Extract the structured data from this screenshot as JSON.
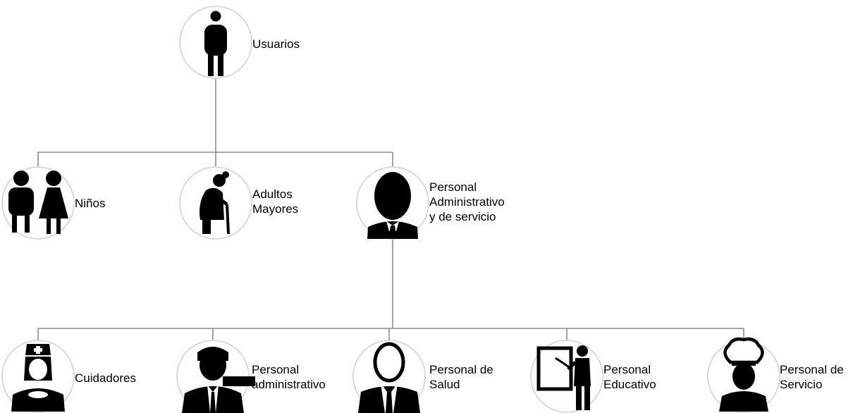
{
  "colors": {
    "connector": "#8a8a8a",
    "node_border": "#d2d2d2",
    "icon": "#000000",
    "background": "#ffffff"
  },
  "nodes": {
    "usuarios": {
      "icon": "person-icon",
      "lines": [
        "Usuarios"
      ]
    },
    "ninos": {
      "icon": "children-icon",
      "lines": [
        "Niños"
      ]
    },
    "adultos": {
      "icon": "elderly-person-icon",
      "lines": [
        "Adultos",
        "Mayores"
      ]
    },
    "personal_admin_servicio": {
      "icon": "businessman-icon",
      "lines": [
        "Personal",
        "Administrativo",
        "y de servicio"
      ]
    },
    "cuidadores": {
      "icon": "nurse-icon",
      "lines": [
        "Cuidadores"
      ]
    },
    "personal_administrativo": {
      "icon": "office-worker-icon",
      "lines": [
        "Personal",
        "administrativo"
      ]
    },
    "personal_salud": {
      "icon": "doctor-icon",
      "lines": [
        "Personal de",
        "Salud"
      ]
    },
    "personal_educativo": {
      "icon": "teacher-icon",
      "lines": [
        "Personal",
        "Educativo"
      ]
    },
    "personal_servicio": {
      "icon": "chef-icon",
      "lines": [
        "Personal de",
        "Servicio"
      ]
    }
  }
}
